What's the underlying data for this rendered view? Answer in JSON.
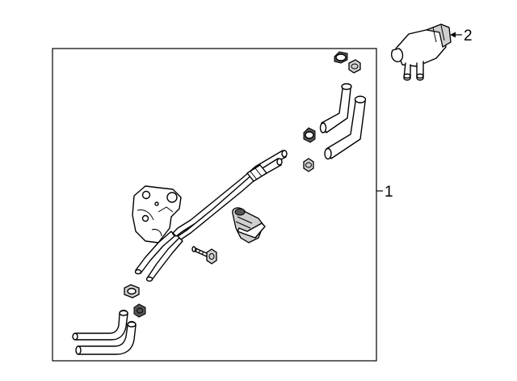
{
  "diagram": {
    "callouts": [
      {
        "id": "1",
        "label": "1"
      },
      {
        "id": "2",
        "label": "2"
      }
    ]
  }
}
